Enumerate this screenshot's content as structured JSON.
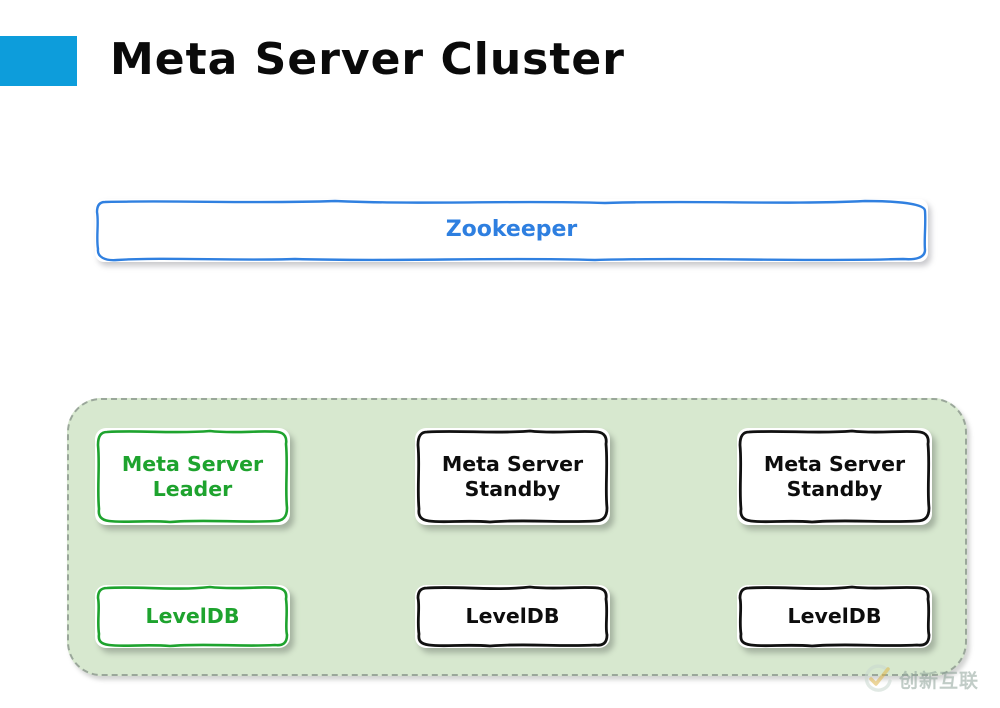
{
  "header": {
    "title": "Meta Server Cluster",
    "accent_color": "#0d9ddb"
  },
  "coordinator": {
    "label": "Zookeeper",
    "border_color": "#3080e0",
    "text_color": "#2e7fe0"
  },
  "cluster": {
    "fill_color": "#d7e8cf",
    "border_color": "#9aa79a",
    "nodes": [
      {
        "server_label": "Meta Server\nLeader",
        "storage_label": "LevelDB",
        "role": "leader",
        "accent_color": "#1ea32e"
      },
      {
        "server_label": "Meta Server\nStandby",
        "storage_label": "LevelDB",
        "role": "standby",
        "accent_color": "#0d0d0d"
      },
      {
        "server_label": "Meta Server\nStandby",
        "storage_label": "LevelDB",
        "role": "standby",
        "accent_color": "#0d0d0d"
      }
    ]
  },
  "watermark": {
    "text": "创新互联",
    "color": "#8fa49a"
  },
  "chart_data": {
    "type": "diagram",
    "title": "Meta Server Cluster",
    "nodes": [
      {
        "id": "zookeeper",
        "label": "Zookeeper",
        "group": "coordination"
      },
      {
        "id": "meta-server-leader",
        "label": "Meta Server Leader",
        "group": "cluster"
      },
      {
        "id": "meta-server-standby-1",
        "label": "Meta Server Standby",
        "group": "cluster"
      },
      {
        "id": "meta-server-standby-2",
        "label": "Meta Server Standby",
        "group": "cluster"
      },
      {
        "id": "leveldb-1",
        "label": "LevelDB",
        "group": "cluster"
      },
      {
        "id": "leveldb-2",
        "label": "LevelDB",
        "group": "cluster"
      },
      {
        "id": "leveldb-3",
        "label": "LevelDB",
        "group": "cluster"
      }
    ],
    "groups": [
      {
        "id": "coordination",
        "label": ""
      },
      {
        "id": "cluster",
        "label": ""
      }
    ]
  }
}
